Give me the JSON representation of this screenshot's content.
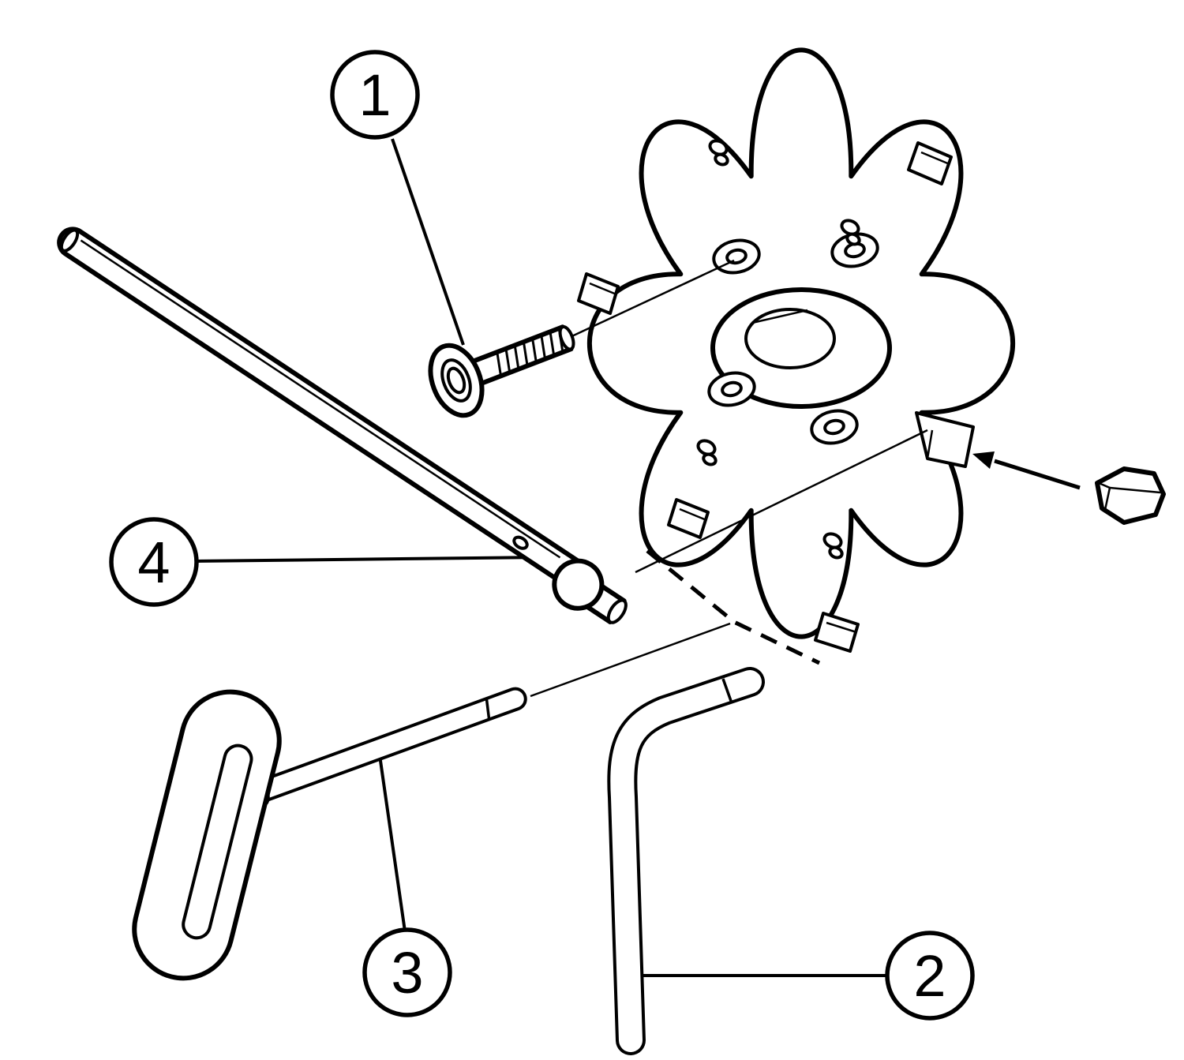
{
  "page": {
    "background_color": "#ffffff",
    "line_color": "#000000"
  },
  "diagram": {
    "type": "exploded-assembly-line-drawing",
    "callouts": [
      {
        "label": "1",
        "points_to": "countersunk-insert-screw"
      },
      {
        "label": "2",
        "points_to": "l-shaped-hex-key"
      },
      {
        "label": "3",
        "points_to": "t-handle-hex-key"
      },
      {
        "label": "4",
        "points_to": "spanner-bar-wrench"
      }
    ]
  }
}
